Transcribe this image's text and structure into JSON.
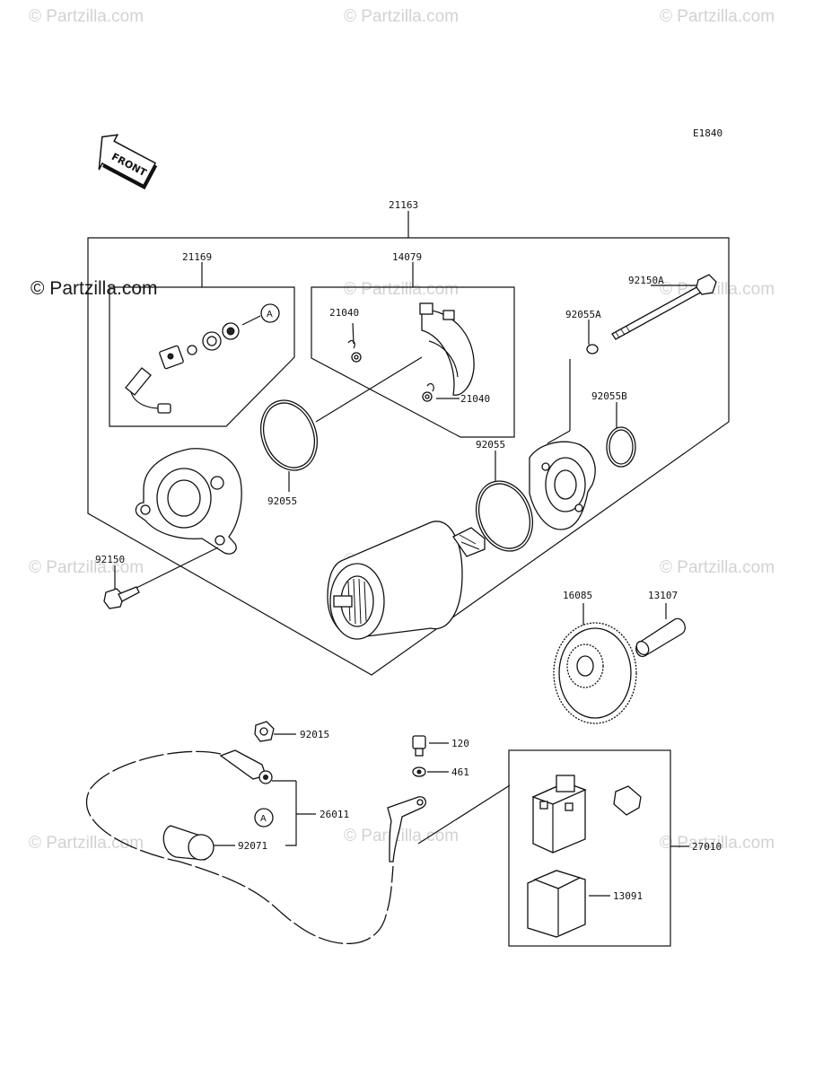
{
  "diagram": {
    "code": "E1840",
    "front_label": "FRONT",
    "marker_label": "A",
    "watermark": "© Partzilla.com"
  },
  "parts": [
    {
      "id": "p-21163",
      "number": "21163"
    },
    {
      "id": "p-21169",
      "number": "21169"
    },
    {
      "id": "p-14079",
      "number": "14079"
    },
    {
      "id": "p-21040a",
      "number": "21040"
    },
    {
      "id": "p-21040b",
      "number": "21040"
    },
    {
      "id": "p-92150a",
      "number": "92150A"
    },
    {
      "id": "p-92055a",
      "number": "92055A"
    },
    {
      "id": "p-92055b",
      "number": "92055B"
    },
    {
      "id": "p-92055-left",
      "number": "92055"
    },
    {
      "id": "p-92055-right",
      "number": "92055"
    },
    {
      "id": "p-92150",
      "number": "92150"
    },
    {
      "id": "p-16085",
      "number": "16085"
    },
    {
      "id": "p-13107",
      "number": "13107"
    },
    {
      "id": "p-92015",
      "number": "92015"
    },
    {
      "id": "p-120",
      "number": "120"
    },
    {
      "id": "p-461",
      "number": "461"
    },
    {
      "id": "p-26011",
      "number": "26011"
    },
    {
      "id": "p-92071",
      "number": "92071"
    },
    {
      "id": "p-27010",
      "number": "27010"
    },
    {
      "id": "p-13091",
      "number": "13091"
    }
  ]
}
